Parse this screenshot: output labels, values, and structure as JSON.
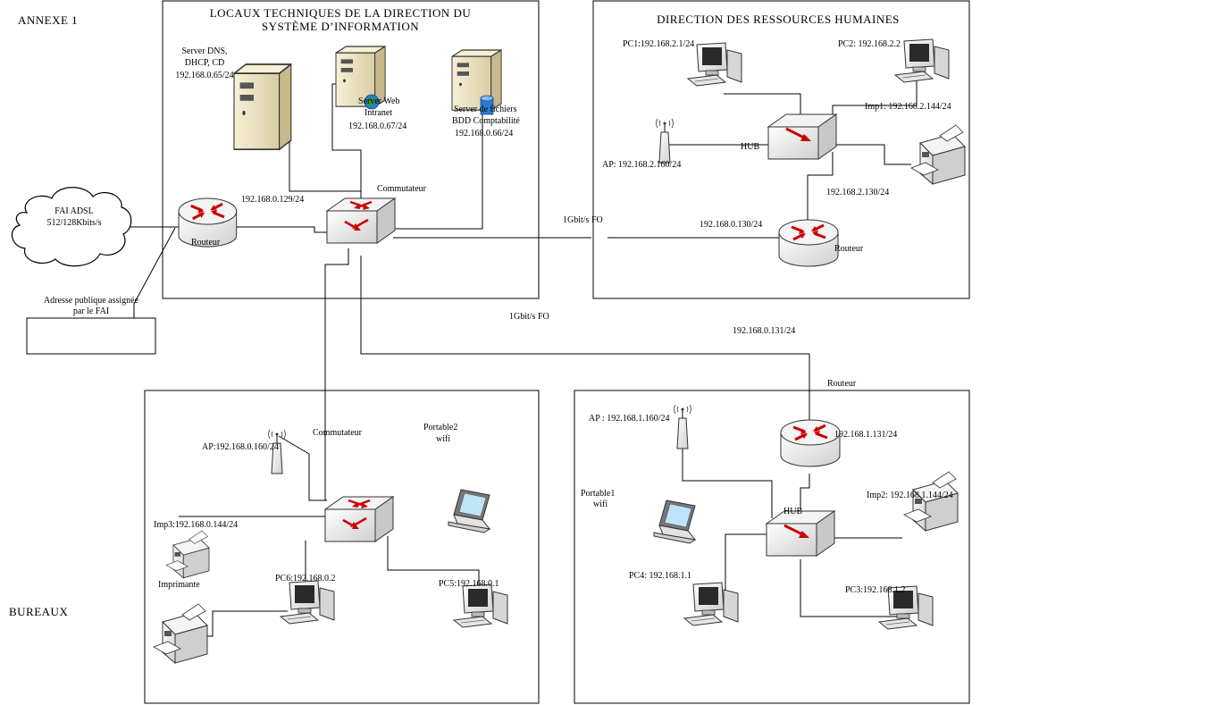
{
  "labels": {
    "annexe": "ANNEXE 1",
    "bureaux": "BUREAUX",
    "dsi_title_line1": "LOCAUX TECHNIQUES DE LA DIRECTION  DU",
    "dsi_title_line2": "SYSTÈME  D’INFORMATION",
    "drh_title": "DIRECTION  DES  RESSOURCES  HUMAINES"
  },
  "isp": {
    "cloud_line1": "FAI  ADSL",
    "cloud_line2": "512/128Kbits/s",
    "public_addr_line1": "Adresse publique assignée",
    "public_addr_line2": "par le FAI",
    "public_addr_value": ""
  },
  "dsi": {
    "dns_line1": "Server DNS,",
    "dns_line2": "DHCP, CD",
    "dns_ip": "192.168.0.65/24",
    "web_line1": "Server Web",
    "web_line2": "Intranet",
    "web_ip": "192.168.0.67/24",
    "file_line1": "Server de fichiers",
    "file_line2": "BDD Comptabilité",
    "file_ip": "192.168.0.66/24",
    "router_label": "Routeur",
    "router_ip": "192.168.0.129/24",
    "switch_label": "Commutateur"
  },
  "links": {
    "fo_top": "1Gbit/s FO",
    "fo_bottom": "1Gbit/s FO",
    "ip_131": "192.168.0.131/24",
    "router_bottom_right_label": "Routeur"
  },
  "drh": {
    "pc1": "PC1:192.168.2.1/24",
    "pc2": "PC2: 192.168.2.2",
    "imp1": "Imp1: 192.168.2.144/24",
    "ap": "AP: 192.168.2.160/24",
    "hub": "HUB",
    "hub_ip": "192.168.2.130/24",
    "router_ip": "192.168.0.130/24",
    "router_label": "Routeur"
  },
  "bureaux_left": {
    "ap": "AP:192.168.0.160/24",
    "switch_label": "Commutateur",
    "laptop_line1": "Portable2",
    "laptop_line2": "wifi",
    "imp3": "Imp3:192.168.0.144/24",
    "imprimante": "Imprimante",
    "pc6": "PC6:192.168.0.2",
    "pc5": "PC5:192.168.0.1"
  },
  "bureaux_right": {
    "ap": "AP : 192.168.1.160/24",
    "router_ip": "192.168.1.131/24",
    "laptop_line1": "Portable1",
    "laptop_line2": "wifi",
    "hub": "HUB",
    "imp2": "Imp2: 192.168.1.144/24",
    "pc4": "PC4: 192.168.1.1",
    "pc3": "PC3:192.168.1.2"
  },
  "colors": {
    "line": "#000000",
    "device_fill": "#e8e8e8",
    "server_fill": "#efe6c8",
    "arrow_red": "#cc0000"
  }
}
